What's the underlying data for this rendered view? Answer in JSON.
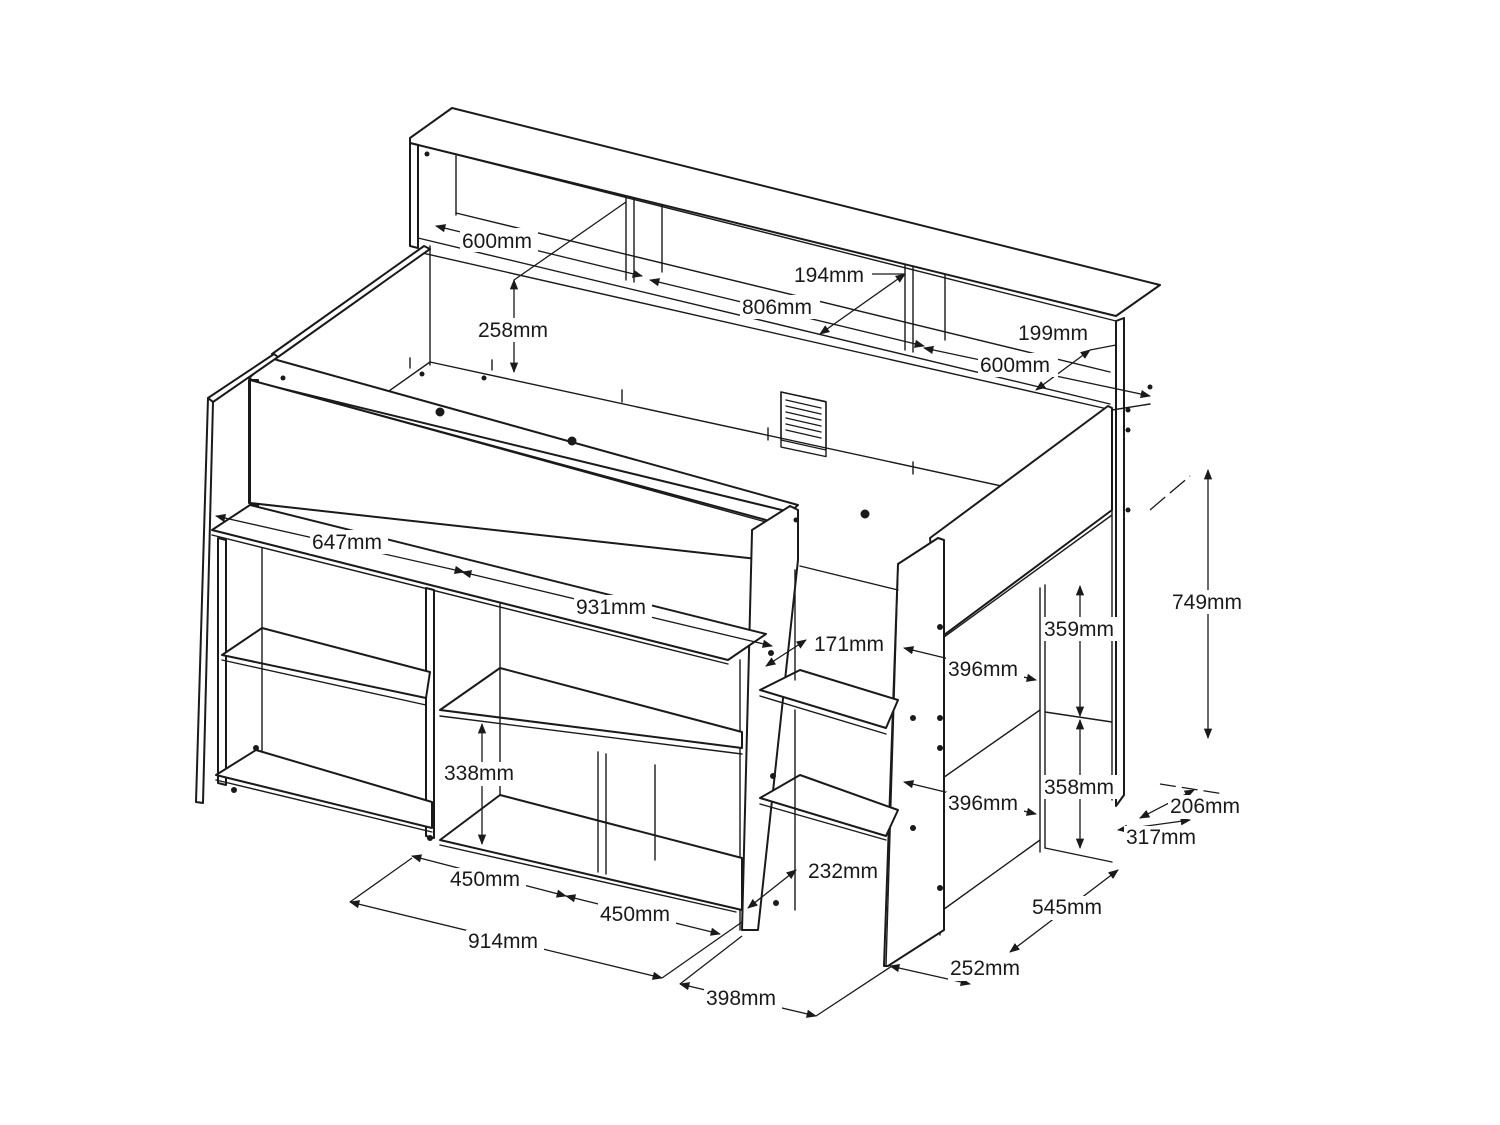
{
  "diagram": {
    "dimensions": [
      "600mm",
      "258mm",
      "194mm",
      "806mm",
      "199mm",
      "600mm",
      "647mm",
      "931mm",
      "171mm",
      "396mm",
      "359mm",
      "749mm",
      "338mm",
      "396mm",
      "358mm",
      "206mm",
      "317mm",
      "232mm",
      "450mm",
      "450mm",
      "545mm",
      "914mm",
      "252mm",
      "398mm"
    ]
  }
}
